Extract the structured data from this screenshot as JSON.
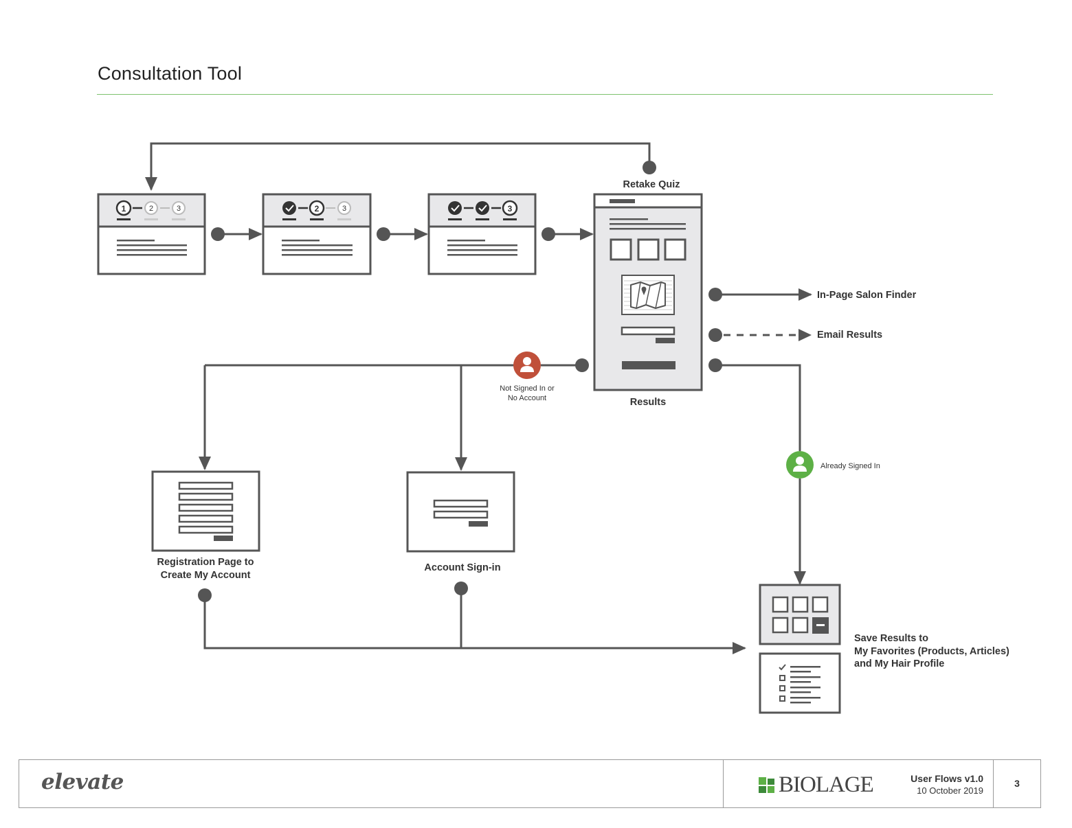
{
  "header": {
    "title": "Consultation Tool"
  },
  "diagram": {
    "nodes": {
      "retake_quiz": "Retake Quiz",
      "results": "Results",
      "in_page_salon_finder": "In-Page Salon Finder",
      "email_results": "Email Results",
      "not_signed_in_line1": "Not Signed In or",
      "not_signed_in_line2": "No Account",
      "already_signed_in": "Already Signed In",
      "registration_line1": "Registration Page to",
      "registration_line2": "Create My Account",
      "account_sign_in": "Account Sign-in",
      "save_results_line1": "Save Results to",
      "save_results_line2": "My Favorites (Products, Articles)",
      "save_results_line3": "and My Hair Profile"
    },
    "quiz_steps": [
      "1",
      "2",
      "3"
    ],
    "colors": {
      "stroke": "#555555",
      "panel": "#e8e8ea",
      "not_signed_in": "#c0503a",
      "signed_in": "#5db046",
      "accent_rule": "#7cc26e"
    }
  },
  "footer": {
    "brand_left": "elevate",
    "brand_right": "BIOLAGE",
    "doc_version": "User Flows v1.0",
    "doc_date": "10 October 2019",
    "page_number": "3"
  }
}
